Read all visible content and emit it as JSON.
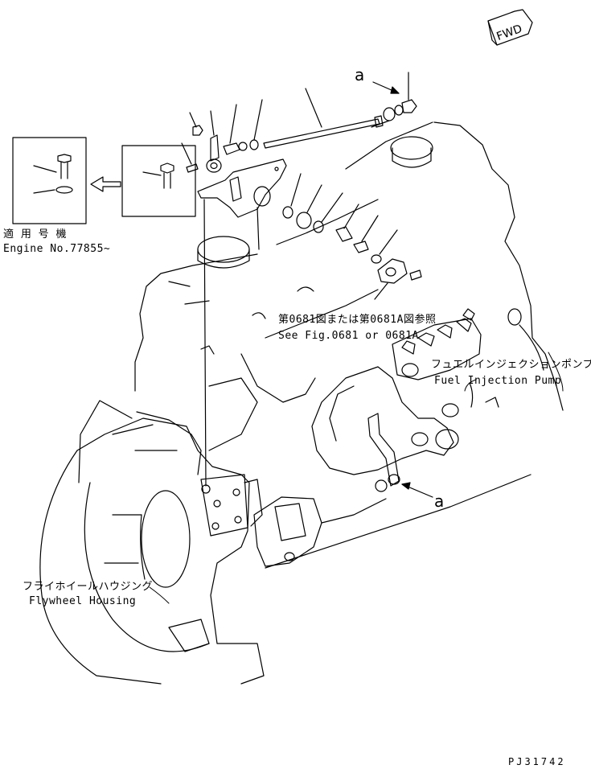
{
  "orientation": {
    "fwd_label": "FWD"
  },
  "callouts": {
    "a_top": "a",
    "a_bottom": "a"
  },
  "applicability": {
    "label_jp": "適 用 号 機",
    "label_en": "Engine No.77855~"
  },
  "references": {
    "figure_jp": "第0681図または第0681A図参照",
    "figure_en": "See Fig.0681 or 0681A"
  },
  "components": {
    "fuel_pump_jp": "フュエルインジェクションポンプ",
    "fuel_pump_en": "Fuel Injection Pump",
    "flywheel_jp": "フライホイールハウジング",
    "flywheel_en": "Flywheel Housing"
  },
  "drawing_code": "PJ31742"
}
